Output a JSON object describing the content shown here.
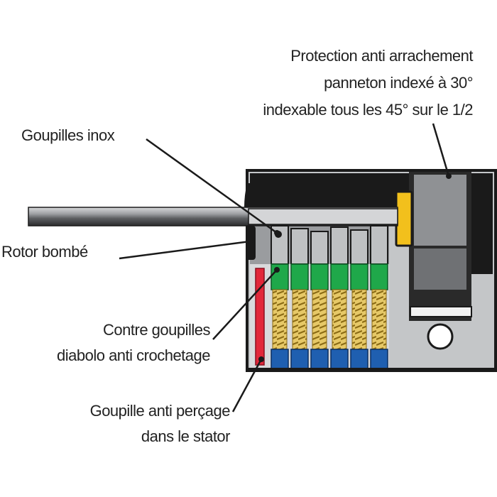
{
  "labels": {
    "protection_line1": "Protection anti arrachement",
    "protection_line2": "panneton indexé à 30°",
    "protection_line3": "indexable tous les 45° sur le 1/2",
    "goupilles_inox": "Goupilles inox",
    "rotor_bombe": "Rotor bombé",
    "contre_goupilles_line1": "Contre goupilles",
    "contre_goupilles_line2": "diabolo anti crochetage",
    "goupille_percage_line1": "Goupille anti perçage",
    "goupille_percage_line2": "dans le stator"
  },
  "colors": {
    "stator": "#c4c6c8",
    "rotor": "#9a9c9f",
    "black": "#1a1a1a",
    "key": "#8c8e91",
    "pin_green": "#1fa84a",
    "spring": "#c7a43a",
    "pin_blue": "#1f5fb0",
    "anti_drill_red": "#e2283a",
    "cam_yellow": "#f2c01c"
  }
}
